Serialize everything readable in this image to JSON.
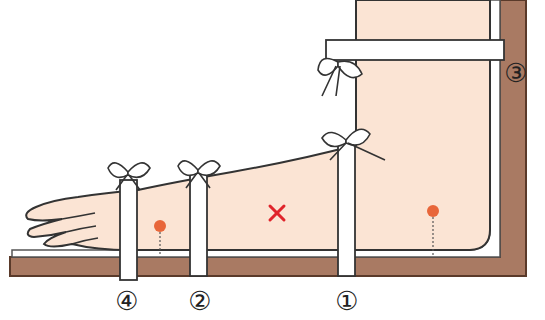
{
  "diagram": {
    "labels": [
      "③",
      "④",
      "②",
      "①"
    ]
  }
}
